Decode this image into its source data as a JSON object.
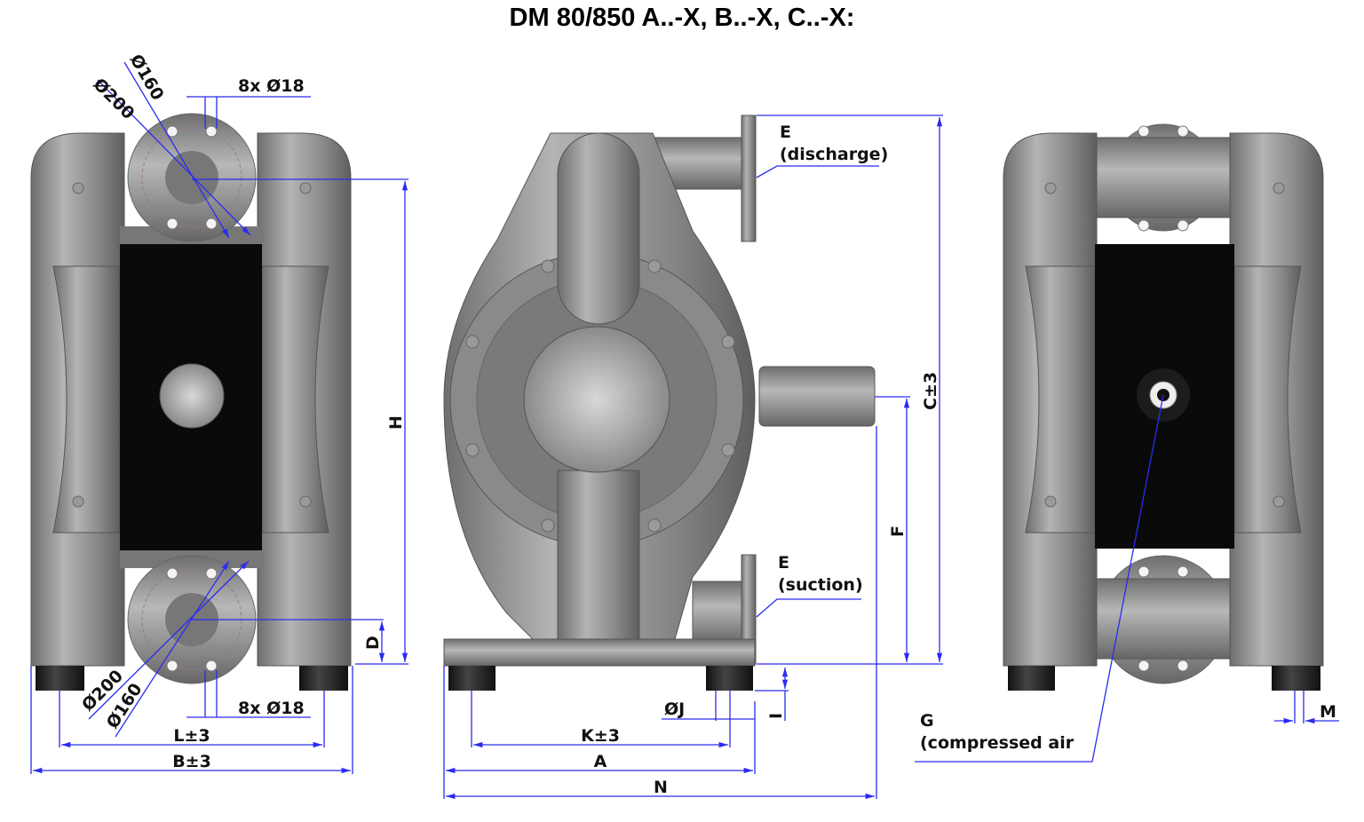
{
  "title": "DM 80/850 A..-X, B..-X, C..-X:",
  "left_view": {
    "top_flange": {
      "outer_dia": "Ø200",
      "bolt_circle": "Ø160",
      "holes": "8x Ø18"
    },
    "bottom_flange": {
      "outer_dia": "Ø200",
      "bolt_circle": "Ø160",
      "holes": "8x Ø18"
    },
    "dims": {
      "H": "H",
      "D": "D",
      "L": "L±3",
      "B": "B±3"
    }
  },
  "side_view": {
    "discharge": {
      "code": "E",
      "label": "(discharge)"
    },
    "suction": {
      "code": "E",
      "label": "(suction)"
    },
    "dims": {
      "C": "C±3",
      "F": "F",
      "I": "I",
      "J": "ØJ",
      "K": "K±3",
      "A": "A",
      "N": "N"
    }
  },
  "right_view": {
    "air": {
      "code": "G",
      "label": "(compressed air"
    },
    "dims": {
      "M": "M"
    }
  },
  "colors": {
    "dimension": "#2b2bf0",
    "metal": "#8c8c8c",
    "chamber": "#0a0a0a"
  }
}
